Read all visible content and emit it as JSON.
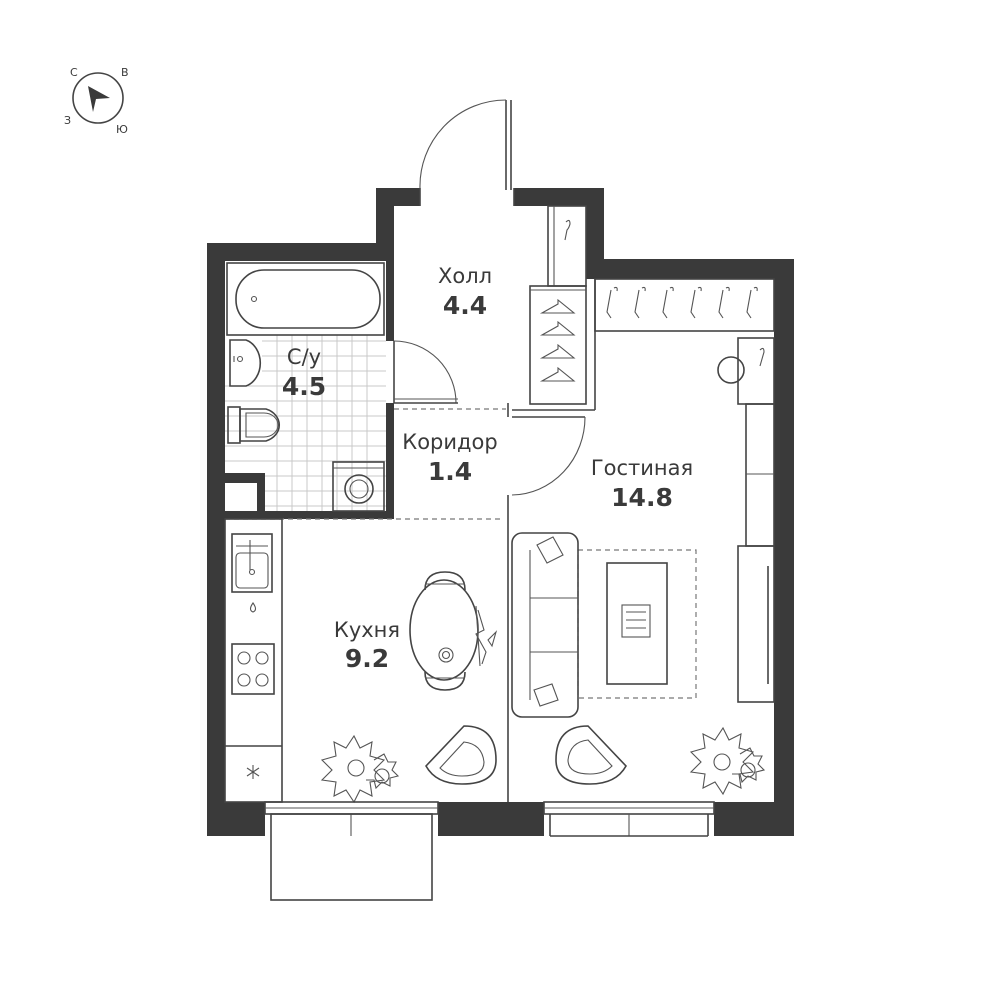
{
  "compass": {
    "north": "С",
    "east": "В",
    "west": "З",
    "south": "Ю"
  },
  "rooms": {
    "hall": {
      "name": "Холл",
      "area": "4.4"
    },
    "bathroom": {
      "name": "С/у",
      "area": "4.5"
    },
    "corridor": {
      "name": "Коридор",
      "area": "1.4"
    },
    "living": {
      "name": "Гостиная",
      "area": "14.8"
    },
    "kitchen": {
      "name": "Кухня",
      "area": "9.2"
    }
  },
  "colors": {
    "wall": "#3a3a3a",
    "line": "#444444",
    "background": "#ffffff",
    "plant": "#555555"
  }
}
